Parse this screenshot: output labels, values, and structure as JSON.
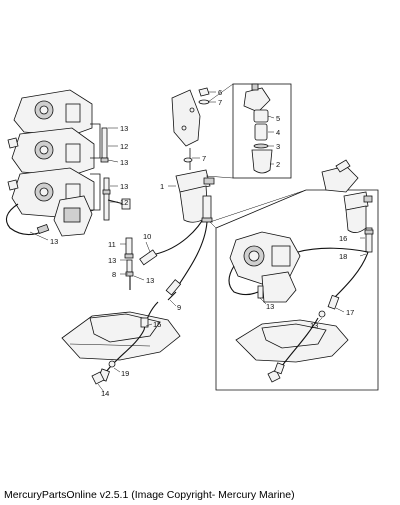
{
  "callouts": {
    "c13a": "13",
    "c12a": "12",
    "c13b": "13",
    "c13c": "13",
    "c12b": "12",
    "c13d": "13",
    "c11": "11",
    "c13e": "13",
    "c8": "8",
    "c13f": "13",
    "c10": "10",
    "c9": "9",
    "c15": "15",
    "c19": "19",
    "c14": "14",
    "c1": "1",
    "c7a": "7",
    "c6": "6",
    "c7b": "7",
    "c5": "5",
    "c4": "4",
    "c3": "3",
    "c2": "2",
    "c16": "16",
    "c18": "18",
    "c13g": "13",
    "c17": "17",
    "c13h": "13"
  },
  "caption": "MercuryPartsOnline v2.5.1 (Image Copyright- Mercury Marine)"
}
